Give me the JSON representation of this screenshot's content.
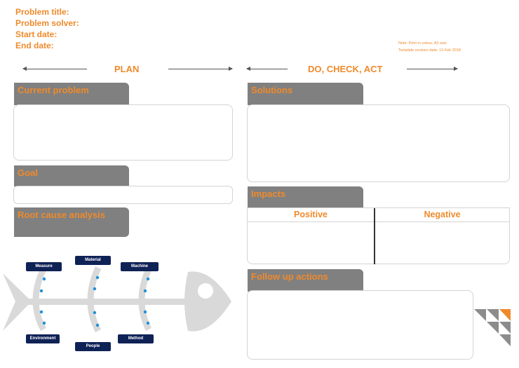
{
  "header": {
    "problem_title": "Problem title:",
    "problem_solver": "Problem solver:",
    "start_date": "Start date:",
    "end_date": "End date:",
    "note_line1": "Note: Print in colour, A3 size",
    "note_line2": "Template revision date:  13 Feb 2018"
  },
  "phases": {
    "plan": "PLAN",
    "do_check_act": "DO, CHECK, ACT"
  },
  "sections": {
    "current_problem": "Current problem",
    "goal": "Goal",
    "root_cause": "Root cause analysis",
    "solutions": "Solutions",
    "impacts": "Impacts",
    "follow_up": "Follow up actions"
  },
  "impacts": {
    "positive": "Positive",
    "negative": "Negative"
  },
  "fishbone": {
    "measure": "Measure",
    "material": "Material",
    "machine": "Machine",
    "environment": "Environment",
    "people": "People",
    "method": "Method"
  },
  "colors": {
    "accent": "#ef8a2b",
    "tab_gray": "#808080",
    "label_navy": "#0f2256",
    "dot_blue": "#1e90d8"
  }
}
